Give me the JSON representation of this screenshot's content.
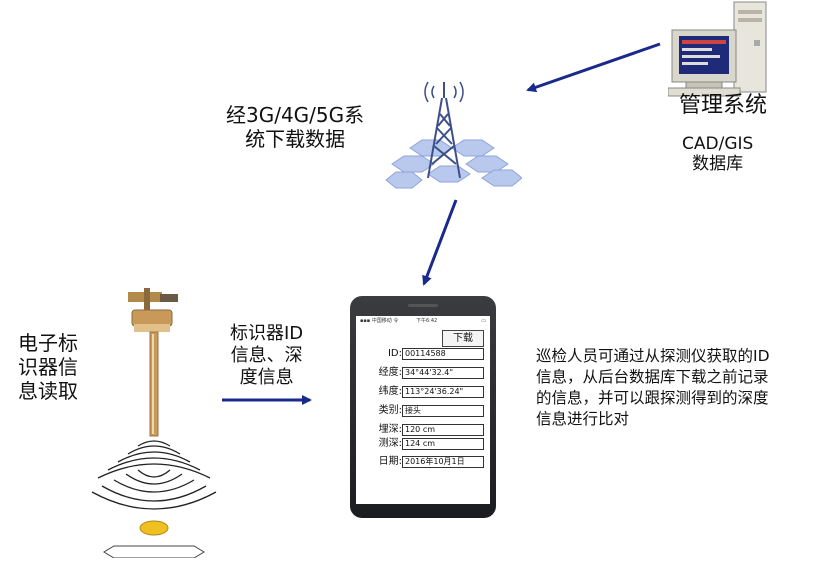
{
  "management": {
    "title": "管理系统",
    "db_line1": "CAD/GIS",
    "db_line2": "数据库",
    "icon": "computer-icon"
  },
  "tower": {
    "icon": "signal-tower-icon",
    "download_line1": "经3G/4G/5G系",
    "download_line2": "统下载数据"
  },
  "reader": {
    "title_lines": [
      "电子标",
      "识器信",
      "息读取"
    ],
    "icon": "marker-detector-icon"
  },
  "transfer": {
    "lines": [
      "标识器ID",
      "信息、深",
      "度信息"
    ]
  },
  "phone": {
    "status_left": "▪▪▪ 中国移动 令",
    "status_time": "下午6:42",
    "status_right": "▭",
    "download_button": "下载",
    "fields": [
      {
        "label": "ID:",
        "value": "00114588"
      },
      {
        "label": "经度:",
        "value": "34°44'32.4\""
      },
      {
        "label": "纬度:",
        "value": "113°24'36.24\""
      },
      {
        "label": "类别:",
        "value": "接头"
      },
      {
        "label": "埋深:",
        "value": "120 cm"
      },
      {
        "label": "测深:",
        "value": "124 cm"
      },
      {
        "label": "日期:",
        "value": "2016年10月1日"
      }
    ]
  },
  "description": "巡检人员可通过从探测仪获取的ID信息，从后台数据库下载之前记录的信息，并可以跟探测得到的深度信息进行比对",
  "colors": {
    "arrow": "#1a2a8c",
    "hex_cells": "#b9c9ee",
    "tower": "#3c4f8a"
  }
}
